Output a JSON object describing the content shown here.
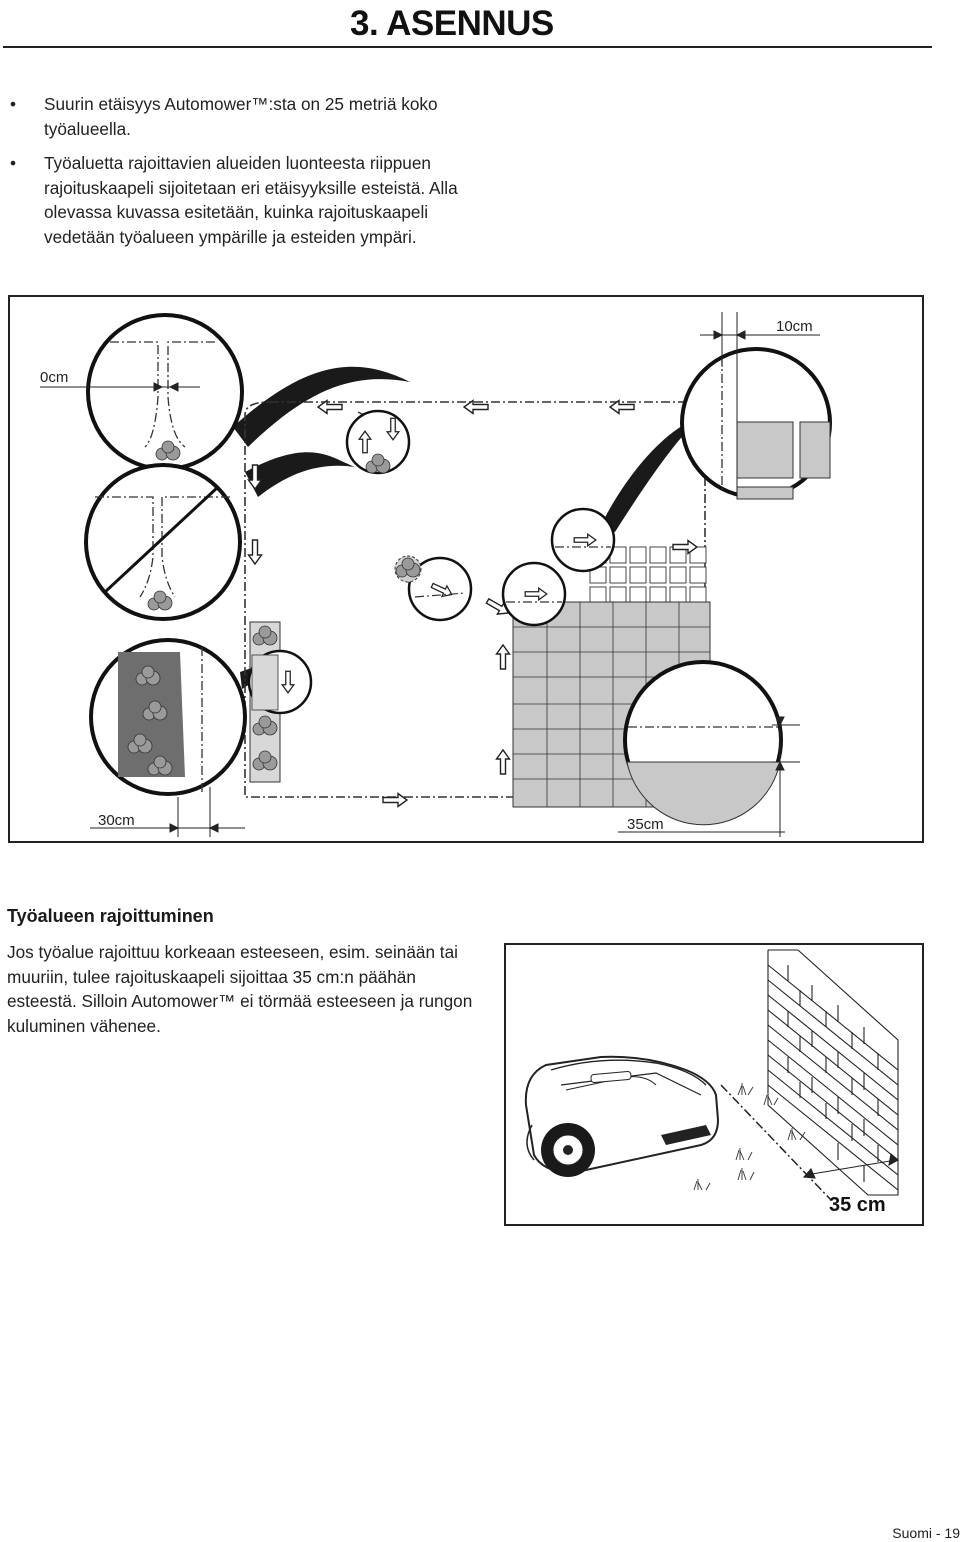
{
  "header": {
    "chapter": "3. ASENNUS"
  },
  "bullets": [
    {
      "marker": "•",
      "text": "Suurin etäisyys Automower™:sta on 25 metriä koko työalueella."
    },
    {
      "marker": "•",
      "text": "Työaluetta rajoittavien alueiden luonteesta riippuen rajoituskaapeli sijoitetaan eri etäisyyksille esteistä. Alla olevassa kuvassa esitetään, kuinka rajoituskaapeli vedetään työalueen ympärille ja esteiden ympäri."
    }
  ],
  "figure1": {
    "labels": {
      "d0": "0cm",
      "d10": "10cm",
      "d30": "30cm",
      "d35": "35cm"
    }
  },
  "section": {
    "heading": "Työalueen rajoittuminen",
    "body": "Jos työalue rajoittuu korkeaan esteeseen, esim. seinään tai muuriin, tulee rajoituskaapeli sijoittaa 35 cm:n päähän esteestä. Silloin Automower™ ei törmää esteeseen ja rungon kuluminen vähenee."
  },
  "figure2": {
    "label": "35 cm"
  },
  "footer": {
    "page": "Suomi - 19"
  }
}
